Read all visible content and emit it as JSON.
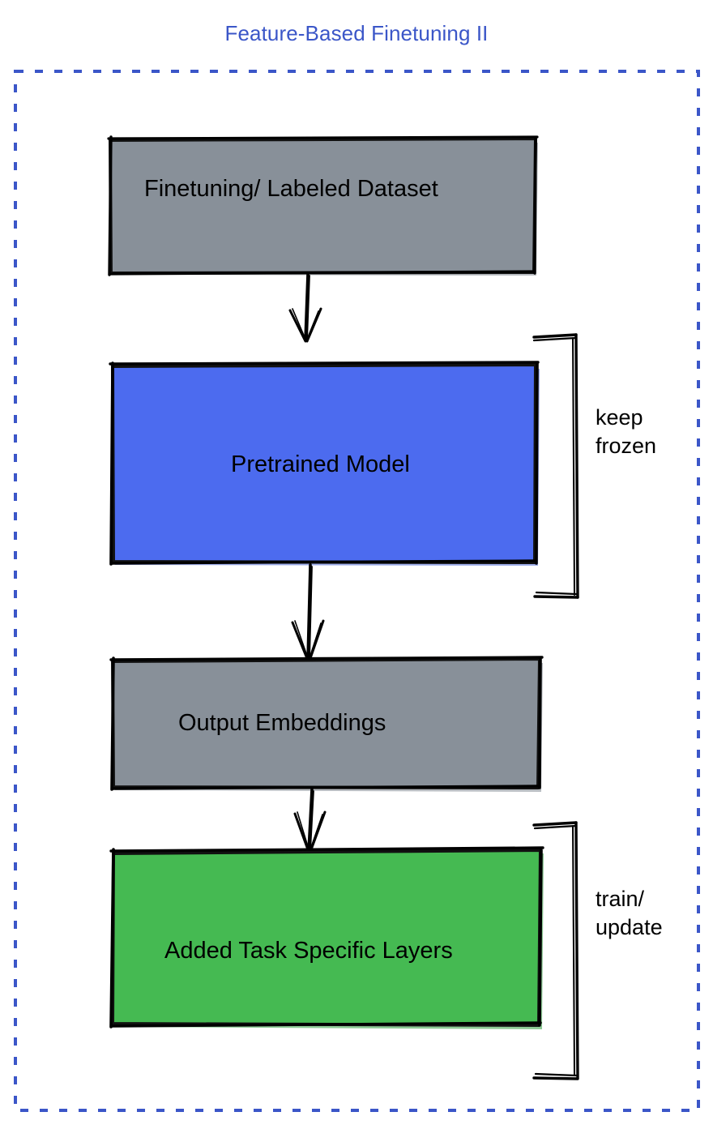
{
  "title": "Feature-Based Finetuning II",
  "colors": {
    "title": "#3B56C8",
    "border_dashed": "#3B56C8",
    "gray_fill": "#889099",
    "blue_fill": "#4C6BEF",
    "green_fill": "#45BA52",
    "stroke": "#000000",
    "background": "#ffffff"
  },
  "container": {
    "border_style": "dashed",
    "label": "diagram-frame"
  },
  "nodes": [
    {
      "id": "dataset",
      "label": "Finetuning/ Labeled Dataset",
      "fill": "#889099",
      "shape": "rectangle"
    },
    {
      "id": "pretrained",
      "label": "Pretrained Model",
      "fill": "#4C6BEF",
      "shape": "rectangle"
    },
    {
      "id": "embeddings",
      "label": "Output Embeddings",
      "fill": "#889099",
      "shape": "rectangle"
    },
    {
      "id": "task_layers",
      "label": "Added Task Specific Layers",
      "fill": "#45BA52",
      "shape": "rectangle"
    }
  ],
  "edges": [
    {
      "id": "edge-dataset-pretrained",
      "from": "dataset",
      "to": "pretrained",
      "style": "arrow-down"
    },
    {
      "id": "edge-pretrained-embeddings",
      "from": "pretrained",
      "to": "embeddings",
      "style": "arrow-down"
    },
    {
      "id": "edge-embeddings-task-layers",
      "from": "embeddings",
      "to": "task_layers",
      "style": "arrow-down"
    }
  ],
  "annotations": [
    {
      "id": "keep_frozen",
      "label": "keep\nfrozen",
      "target": "pretrained",
      "bracket": "right"
    },
    {
      "id": "train_update",
      "label": "train/\nupdate",
      "target": "task_layers",
      "bracket": "right"
    }
  ]
}
